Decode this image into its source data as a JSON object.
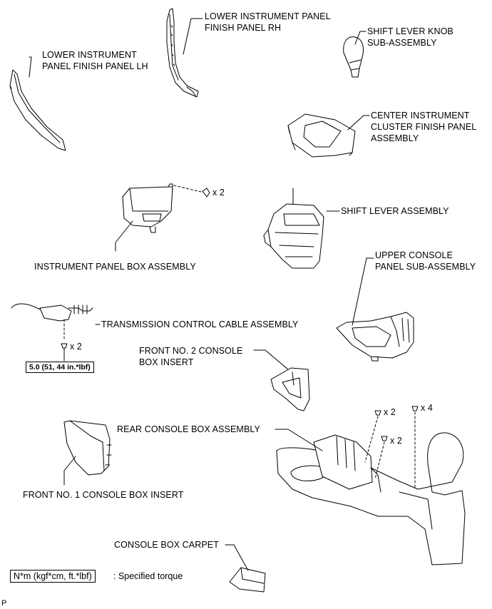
{
  "labels": {
    "lower_panel_lh": [
      "LOWER INSTRUMENT",
      "PANEL FINISH PANEL LH"
    ],
    "lower_panel_rh": [
      "LOWER INSTRUMENT PANEL",
      "FINISH PANEL RH"
    ],
    "shift_knob": [
      "SHIFT LEVER KNOB",
      "SUB-ASSEMBLY"
    ],
    "center_cluster": [
      "CENTER INSTRUMENT",
      "CLUSTER FINISH PANEL",
      "ASSEMBLY"
    ],
    "instrument_box": [
      "INSTRUMENT PANEL BOX ASSEMBLY"
    ],
    "shift_lever": [
      "SHIFT LEVER ASSEMBLY"
    ],
    "upper_console": [
      "UPPER CONSOLE",
      "PANEL SUB-ASSEMBLY"
    ],
    "trans_cable": [
      "TRANSMISSION CONTROL CABLE ASSEMBLY"
    ],
    "front_no2_insert": [
      "FRONT NO. 2 CONSOLE",
      "BOX INSERT"
    ],
    "rear_console": [
      "REAR CONSOLE BOX ASSEMBLY"
    ],
    "front_no1_insert": [
      "FRONT NO. 1 CONSOLE BOX INSERT"
    ],
    "carpet": [
      "CONSOLE BOX CARPET"
    ]
  },
  "quantities": {
    "instrument_box_clip": "x 2",
    "cable_nut": "x 2",
    "rear_console_bolt_a": "x 2",
    "rear_console_bolt_b": "x 2",
    "rear_console_bolt_c": "x 4"
  },
  "torque": "5.0 (51, 44 in.*lbf)",
  "legend": {
    "box": "N*m (kgf*cm, ft.*lbf)",
    "text": ": Specified torque"
  },
  "code": "P"
}
